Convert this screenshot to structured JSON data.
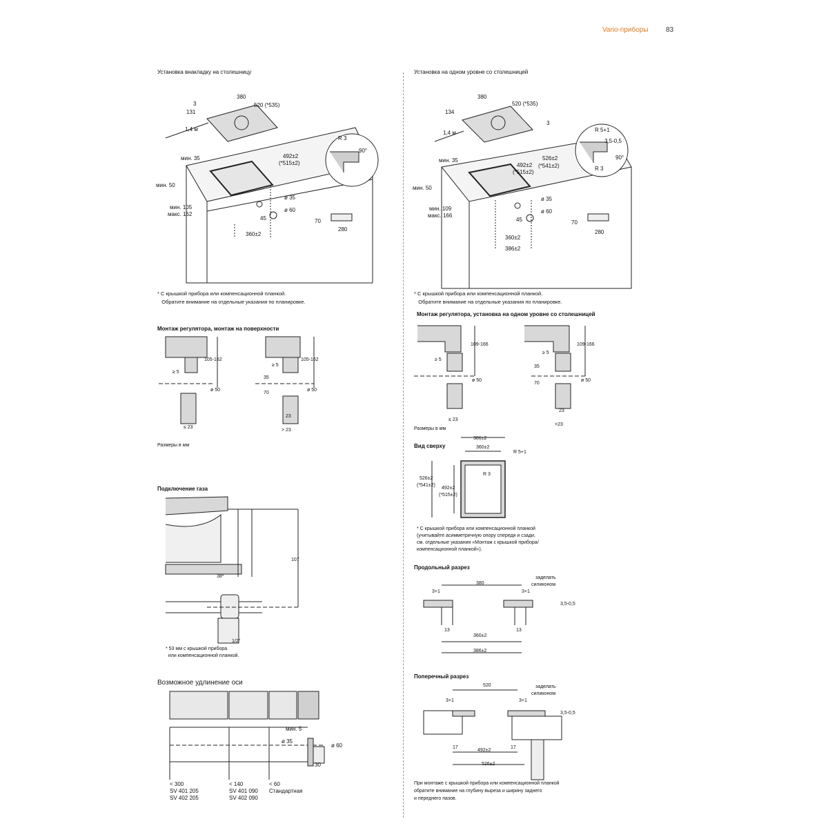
{
  "header": {
    "brand": "Vario-приборы",
    "page_number": "83"
  },
  "left": {
    "overlay": {
      "title": "Установка внакладку на столешницу",
      "labels": {
        "w380": "380",
        "d520": "520 (*535)",
        "h3": "3",
        "h131": "131",
        "cable": "1,4 м",
        "r3": "R 3",
        "a90": "90°",
        "min35": "мин. 35",
        "min50": "мин. 50",
        "c492": "492±2",
        "c515": "(*515±2)",
        "min105": "мин. 105",
        "max162": "макс. 162",
        "d35": "ø 35",
        "n45": "45",
        "d60": "ø 60",
        "n360": "360±2",
        "n70": "70",
        "n280": "280"
      },
      "note_line1": "*  С крышкой прибора или компенсационной планкой.",
      "note_line2": "   Обратите внимание на отдельные указания по планировке."
    },
    "regulator": {
      "title": "Монтаж регулятора, монтаж на поверхности",
      "labels": {
        "r105": "105-162",
        "ge5": "≥ 5",
        "d50": "ø 50",
        "le23": "≤ 23",
        "r105b": "105-162",
        "ge5b": "≥ 5",
        "n35": "35",
        "n70": "70",
        "d50b": "ø 50",
        "n23": "23",
        "gt23": "> 23"
      },
      "units": "Размеры в мм"
    },
    "gas": {
      "title": "Подключение газа",
      "labels": {
        "h107": "107",
        "d38": "38*",
        "half": "1/2\""
      },
      "note_line1": "* 53 мм с крышкой прибора",
      "note_line2": "  или компенсационной планкой."
    },
    "axis": {
      "title": "Возможное удлинение оси",
      "labels": {
        "min5": "мин. 5",
        "d35": "ø 35",
        "d60": "ø 60",
        "n30": "30"
      },
      "cols": [
        {
          "a": "< 300",
          "b": "SV 401 205",
          "c": "SV 402 205"
        },
        {
          "a": "< 140",
          "b": "SV 401 090",
          "c": "SV 402 090"
        },
        {
          "a": "< 60",
          "b": "Стандартная",
          "c": ""
        }
      ]
    }
  },
  "right": {
    "flush": {
      "title": "Установка на одном уровне со столешницей",
      "labels": {
        "w380": "380",
        "d520": "520 (*535)",
        "h134": "134",
        "h3": "3",
        "cable": "1,4 м",
        "r5": "R 5+1",
        "s35": "3,5-0,5",
        "r3": "R 3",
        "a90": "90°",
        "min35": "мин. 35",
        "c492": "492±2",
        "c515": "(*515±2)",
        "c526": "526±2",
        "c541": "(*541±2)",
        "min50": "мин. 50",
        "min109": "мин. 109",
        "max166": "макс. 166",
        "d35": "ø 35",
        "n45": "45",
        "d60": "ø 60",
        "n360": "360±2",
        "n386": "386±2",
        "n70": "70",
        "n280": "280"
      },
      "note_line1": "*  С крышкой прибора или компенсационной планкой.",
      "note_line2": "   Обратите внимание на отдельные указания по планировке."
    },
    "regulator": {
      "title": "Монтаж регулятора, установка на одном уровне со столешницей",
      "labels": {
        "r109": "109-166",
        "ge5": "≥ 5",
        "d50": "ø 50",
        "le23": "≤ 23",
        "r109b": "109-166",
        "ge5b": "≥ 5",
        "n35": "35",
        "n70": "70",
        "d50b": "ø 50",
        "n23": "23",
        "gt23": ">23"
      },
      "units": "Размеры в мм"
    },
    "top_view": {
      "title": "Вид сверху",
      "labels": {
        "n386": "386±2",
        "n360": "360±2",
        "r5": "R 5+1",
        "r3": "R 3",
        "n526": "526±2",
        "n541": "(*541±2)",
        "n492": "492±2",
        "n515": "(*515±2)"
      },
      "note_lines": [
        "* С крышкой прибора или компенсационной планкой",
        "(учитывайте асимметричную опору спереди и сзади,",
        "см. отдельные указания «Монтаж с крышкой прибора/",
        "компенсационной планкой»)."
      ]
    },
    "longitudinal": {
      "title": "Продольный разрез",
      "labels": {
        "n380": "380",
        "seal1": "заделать",
        "seal2": "силиконом",
        "n3a": "3+1",
        "n3b": "3+1",
        "s35": "3,5-0,5",
        "n13a": "13",
        "n13b": "13",
        "n360": "360±2",
        "n386": "386±2"
      }
    },
    "transverse": {
      "title": "Поперечный разрез",
      "labels": {
        "n520": "520",
        "seal1": "заделать",
        "seal2": "силиконом",
        "n3a": "3+1",
        "n3b": "3+1",
        "s35": "3,5-0,5",
        "n17a": "17",
        "n17b": "17",
        "n492": "492±2",
        "n526": "526±2"
      },
      "note_lines": [
        "При монтаже с крышкой прибора или компенсационной планкой",
        "обратите внимание на глубину выреза и ширину заднего",
        "и переднего пазов."
      ]
    }
  }
}
